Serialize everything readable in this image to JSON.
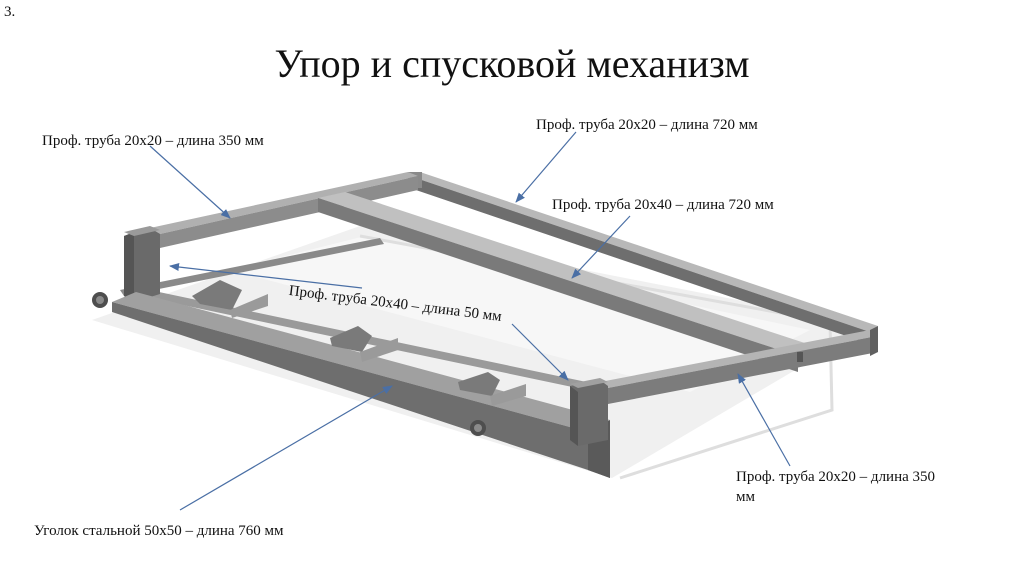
{
  "slide": {
    "number": "3.",
    "title": "Упор и спусковой механизм"
  },
  "callouts": [
    {
      "id": "tube-20x20-350-left",
      "text": "Проф.  труба 20х20 – длина 350 мм"
    },
    {
      "id": "tube-20x20-720",
      "text": "Проф.  труба 20х20 – длина 720 мм"
    },
    {
      "id": "tube-20x40-720",
      "text": "Проф.  труба 20х40 – длина 720 мм"
    },
    {
      "id": "tube-20x40-50",
      "text": "Проф.  труба 20х40 – длина 50 мм"
    },
    {
      "id": "tube-20x20-350-right-line1",
      "text": "Проф.  труба 20х20 – длина 350"
    },
    {
      "id": "tube-20x20-350-right-line2",
      "text": "мм"
    },
    {
      "id": "angle-50x50-760",
      "text": "Уголок стальной 50х50 – длина 760 мм"
    }
  ],
  "colors": {
    "steel_dark": "#5a5a5a",
    "steel_mid": "#8a8a8a",
    "steel_light": "#b8b8b8",
    "shadow": "#e6e6e6",
    "arrow": "#4a6fa5"
  }
}
